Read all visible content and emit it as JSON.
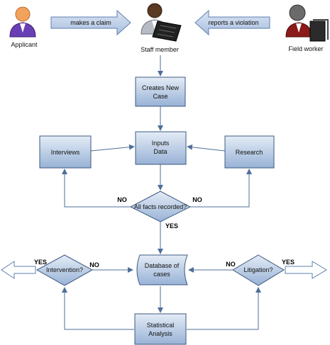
{
  "actors": {
    "applicant": "Applicant",
    "staff_member": "Staff member",
    "field_worker": "Field worker"
  },
  "arrows": {
    "makes_claim": "makes a claim",
    "reports_violation": "reports a violation"
  },
  "boxes": {
    "creates_new_case": [
      "Creates New",
      "Case"
    ],
    "inputs_data": [
      "Inputs",
      "Data"
    ],
    "interviews": "Interviews",
    "research": "Research",
    "database": [
      "Database of",
      "cases"
    ],
    "statistical_analysis": [
      "Statistical",
      "Analysis"
    ]
  },
  "decisions": {
    "all_facts": "All facts recorded?",
    "intervention": "Intervention?",
    "litigation": "Litigation?"
  },
  "edge_labels": {
    "no_left": "NO",
    "no_right": "NO",
    "yes_down": "YES",
    "yes_intervention": "YES",
    "no_intervention": "NO",
    "no_litigation": "NO",
    "yes_litigation": "YES"
  },
  "colors": {
    "box_fill_top": "#dce6f2",
    "box_fill_bottom": "#9bb4d6",
    "box_stroke": "#3d5a80",
    "connector": "#4f6f99",
    "block_arrow_fill": "#c5d4ea",
    "applicant_body": "#6a3fb5",
    "field_worker_body": "#8b1a1a"
  }
}
